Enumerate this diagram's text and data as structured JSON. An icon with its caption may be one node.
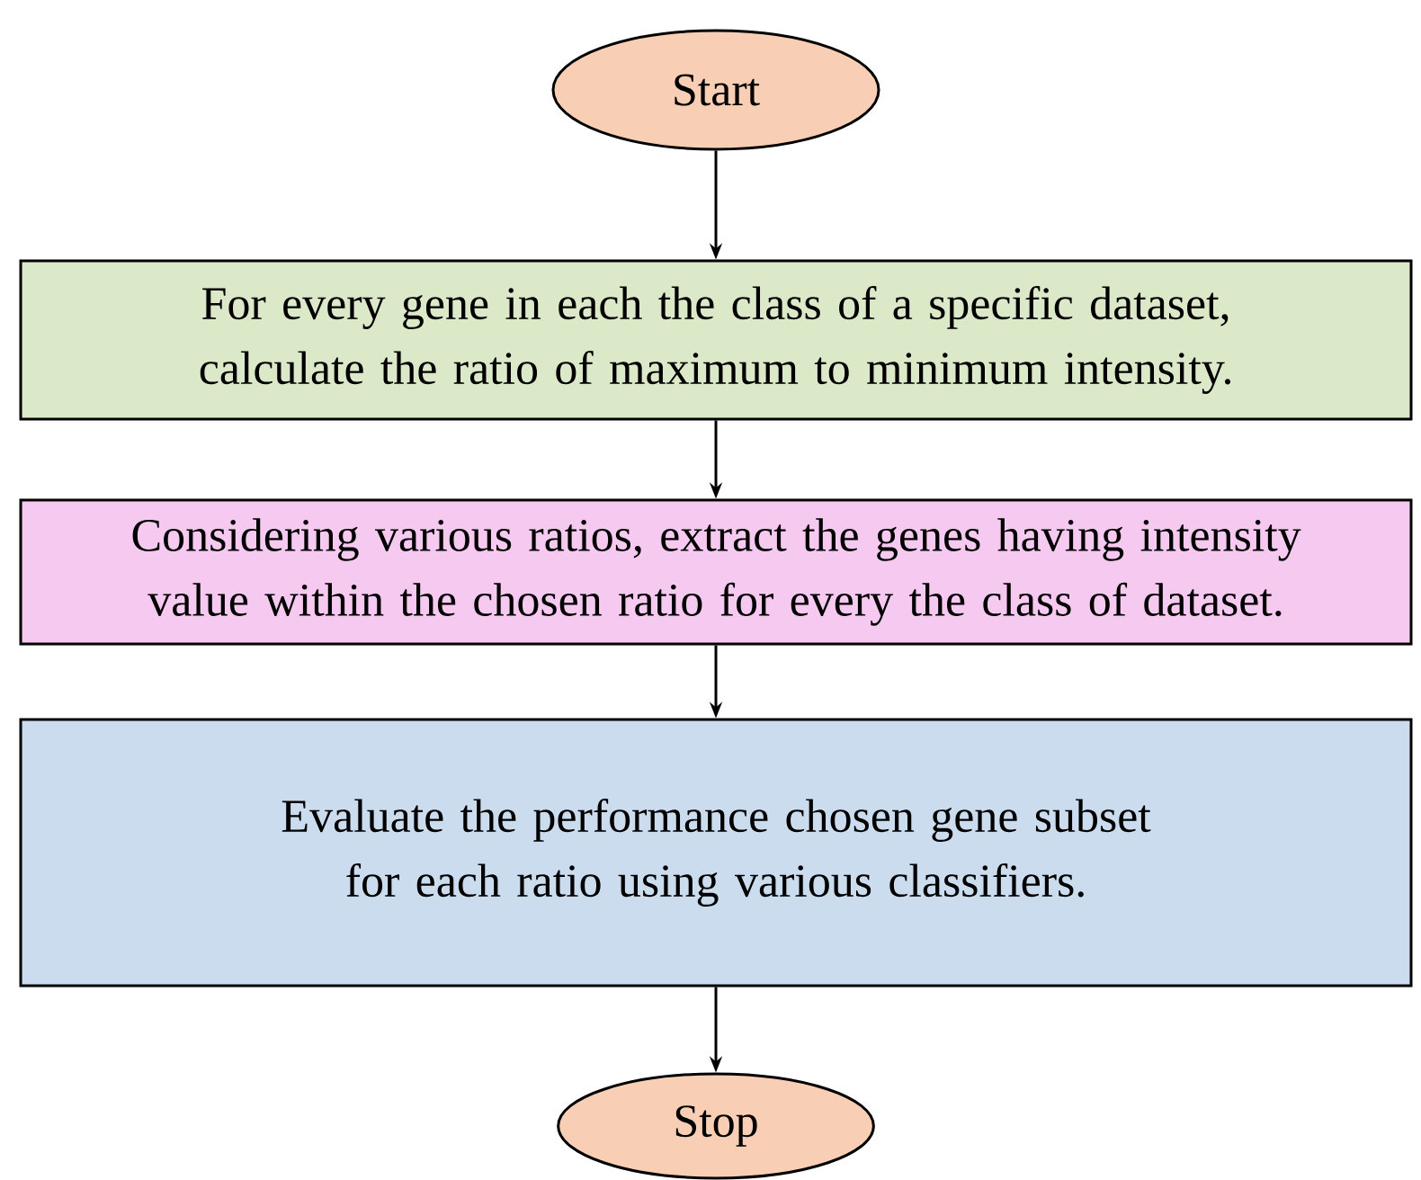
{
  "diagram": {
    "nodes": [
      {
        "text": [
          "Start"
        ]
      },
      {
        "text": [
          "For every gene in each the class of a specific dataset, calculate the ratio of maximum to minimum intensity."
        ]
      },
      {
        "text": [
          "Considering various ratios, extract the genes having intensity value within the chosen ratio for every the class of dataset."
        ]
      },
      {
        "text": [
          "Evaluate the performance chosen gene subset for each ratio using various classifiers."
        ]
      },
      {
        "text": [
          "Stop"
        ]
      }
    ],
    "edges": [
      {
        "from": 0,
        "to": 1,
        "arrow": "to"
      },
      {
        "from": 1,
        "to": 2,
        "arrow": "to"
      },
      {
        "from": 2,
        "to": 3,
        "arrow": "to"
      },
      {
        "from": 3,
        "to": 4,
        "arrow": "to"
      }
    ]
  }
}
